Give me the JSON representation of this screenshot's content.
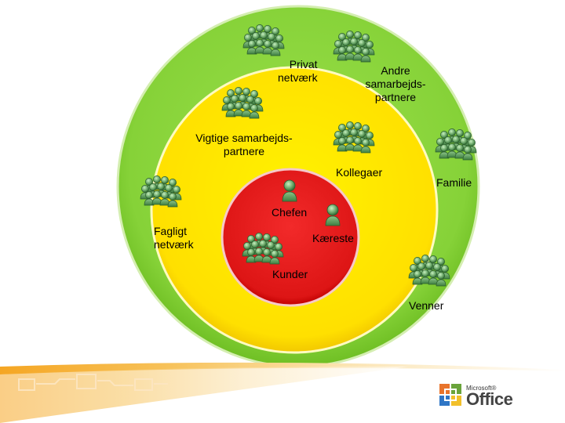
{
  "rings": [
    {
      "name": "outer",
      "color": "#8dd840",
      "edge": "#cdeaa5",
      "label": "Privat\nnetværk"
    },
    {
      "name": "middle",
      "color": "#ffe600",
      "edge": "#fff9b3",
      "label": "Vigtige samarbejds-\npartnere"
    },
    {
      "name": "inner",
      "color": "#e52424",
      "edge": "#f4c2c2"
    }
  ],
  "labels": {
    "privat": "Privat\nnetværk",
    "andre": "Andre\nsamarbejds-\npartnere",
    "vigtige": "Vigtige samarbejds-\npartnere",
    "kollegaer": "Kollegaer",
    "familie": "Familie",
    "chefen": "Chefen",
    "fagligt": "Fagligt\nnetværk",
    "kaereste": "Kæreste",
    "kunder": "Kunder",
    "venner": "Venner"
  },
  "icons": {
    "group": "people-group-icon",
    "single": "person-icon"
  },
  "logo": {
    "brand": "Microsoft®",
    "product": "Office"
  }
}
